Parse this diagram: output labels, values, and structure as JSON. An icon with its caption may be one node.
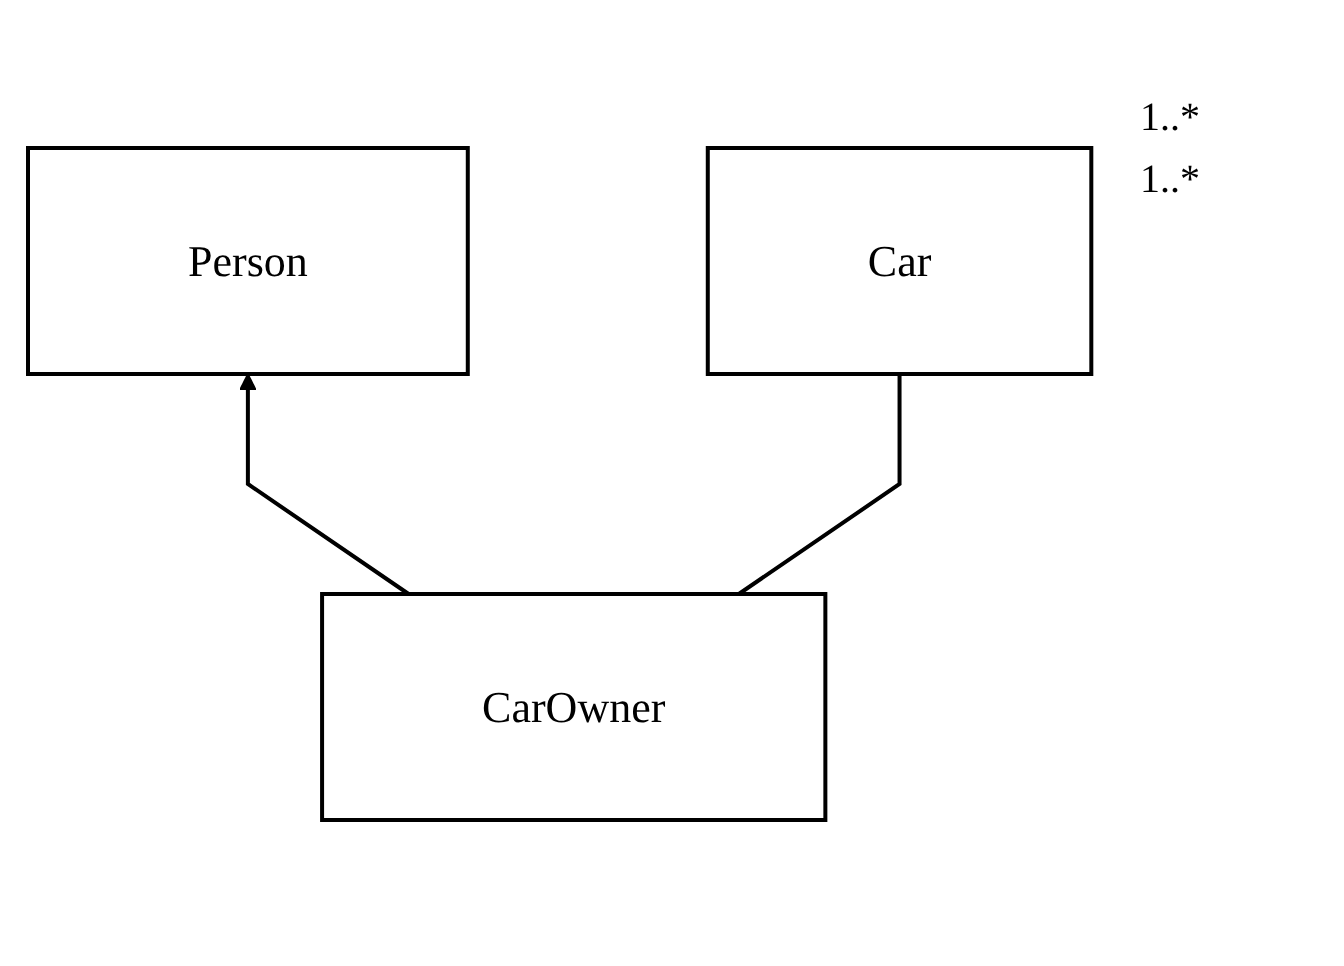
{
  "diagram": {
    "nodes": [
      {
        "text": [
          "Person"
        ]
      },
      {
        "text": [
          "Car"
        ]
      },
      {
        "text": [
          "CarOwner"
        ]
      }
    ],
    "edges": [
      {
        "from": 2,
        "to": 0,
        "arrow": "to"
      },
      {
        "from": 2,
        "to": 1,
        "arrow": "none"
      }
    ],
    "labels": [
      "1..*",
      "1..*"
    ]
  }
}
